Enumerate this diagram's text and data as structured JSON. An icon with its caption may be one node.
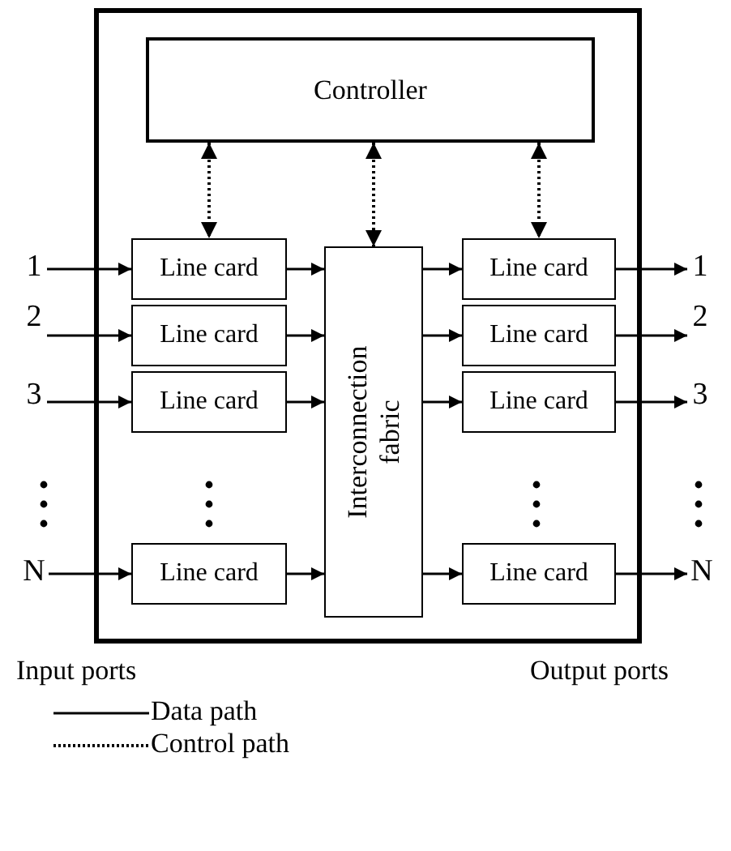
{
  "diagram": {
    "nodes": [
      {
        "text": [],
        "shape": "box"
      },
      {
        "text": [
          "Controller"
        ],
        "in": 0
      },
      {
        "text": [
          "Line card"
        ],
        "in": 0
      },
      {
        "text": [
          "Line card"
        ],
        "in": 0
      },
      {
        "text": [
          "Line card"
        ],
        "in": 0
      },
      {
        "text": [
          "Line card"
        ],
        "in": 0
      },
      {
        "text": [
          "Interconnection fabric"
        ],
        "in": 0
      },
      {
        "text": [
          "Line card"
        ],
        "in": 0
      },
      {
        "text": [
          "Line card"
        ],
        "in": 0
      },
      {
        "text": [
          "Line card"
        ],
        "in": 0
      },
      {
        "text": [
          "Line card"
        ],
        "in": 0
      },
      {
        "text": [
          "1"
        ]
      },
      {
        "text": [
          "2"
        ]
      },
      {
        "text": [
          "3"
        ]
      },
      {
        "text": [
          "N"
        ]
      },
      {
        "text": [
          "1"
        ]
      },
      {
        "text": [
          "2"
        ]
      },
      {
        "text": [
          "3"
        ]
      },
      {
        "text": [
          "N"
        ]
      }
    ],
    "edges": [
      {
        "from": 11,
        "to": 2,
        "arrow": "to"
      },
      {
        "from": 12,
        "to": 3,
        "arrow": "to"
      },
      {
        "from": 13,
        "to": 4,
        "arrow": "to"
      },
      {
        "from": 14,
        "to": 5,
        "arrow": "to"
      },
      {
        "from": 2,
        "to": 6,
        "arrow": "to"
      },
      {
        "from": 3,
        "to": 6,
        "arrow": "to"
      },
      {
        "from": 4,
        "to": 6,
        "arrow": "to"
      },
      {
        "from": 5,
        "to": 6,
        "arrow": "to"
      },
      {
        "from": 6,
        "to": 7,
        "arrow": "to"
      },
      {
        "from": 6,
        "to": 8,
        "arrow": "to"
      },
      {
        "from": 6,
        "to": 9,
        "arrow": "to"
      },
      {
        "from": 6,
        "to": 10,
        "arrow": "to"
      },
      {
        "from": 7,
        "to": 15,
        "arrow": "to"
      },
      {
        "from": 8,
        "to": 16,
        "arrow": "to"
      },
      {
        "from": 9,
        "to": 17,
        "arrow": "to"
      },
      {
        "from": 10,
        "to": 18,
        "arrow": "to"
      },
      {
        "from": 1,
        "to": 2,
        "arrow": "both",
        "style": "dashed"
      },
      {
        "from": 1,
        "to": 6,
        "arrow": "both",
        "style": "dashed"
      },
      {
        "from": 1,
        "to": 7,
        "arrow": "both",
        "style": "dashed"
      }
    ],
    "labels": [
      "Input ports",
      "Output ports"
    ],
    "legend": [
      {
        "text": "Data path"
      },
      {
        "text": "Control path"
      }
    ]
  }
}
